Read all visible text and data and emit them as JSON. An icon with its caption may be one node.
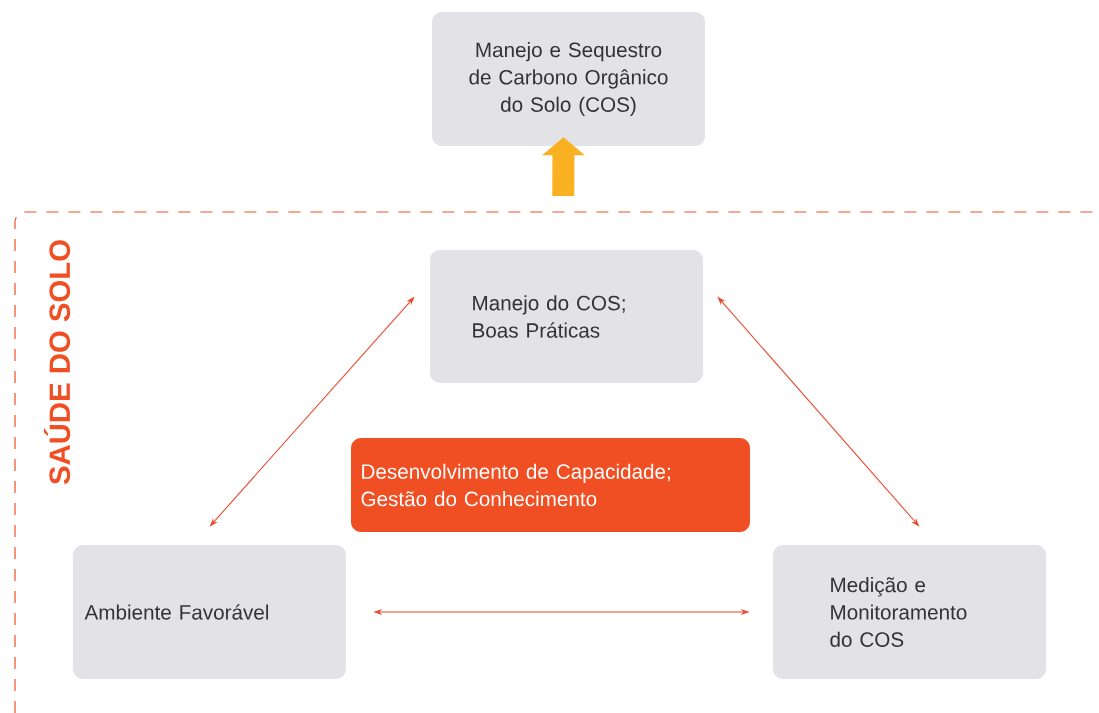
{
  "diagram": {
    "nodes": [
      {
        "text": [
          "Manejo e Sequestro de Carbono Orgânico do Solo (COS)"
        ]
      },
      {
        "text": [
          "SAÚDE DO SOLO"
        ]
      },
      {
        "text": [
          "Manejo do COS; Boas Práticas"
        ],
        "in": 1
      },
      {
        "text": [
          "Desenvolvimento de Capacidade; Gestão do Conhecimento"
        ],
        "in": 1
      },
      {
        "text": [
          "Ambiente Favorável"
        ],
        "in": 1
      },
      {
        "text": [
          "Medição e Monitoramento do COS"
        ],
        "in": 1
      }
    ],
    "edges": [
      {
        "from": 1,
        "to": 0,
        "arrow": "to",
        "style": "thick",
        "color": "#f9b122"
      },
      {
        "from": 2,
        "to": 4,
        "arrow": "both"
      },
      {
        "from": 2,
        "to": 5,
        "arrow": "both"
      },
      {
        "from": 4,
        "to": 5,
        "arrow": "both"
      }
    ]
  }
}
